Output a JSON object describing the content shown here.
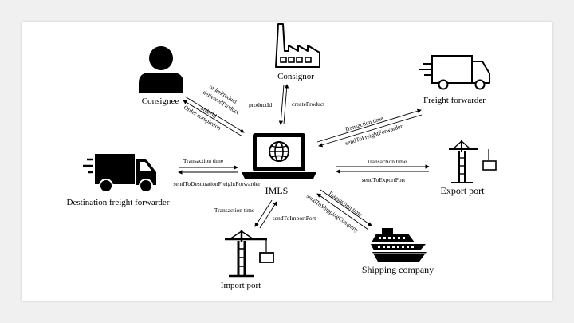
{
  "nodes": {
    "center": "IMLS",
    "consignor": "Consignor",
    "consignee": "Consignee",
    "freight_forwarder": "Freight forwarder",
    "export_port": "Export port",
    "shipping_company": "Shipping company",
    "import_port": "Import port",
    "destination_ff": "Destination freight forwarder"
  },
  "edges": {
    "consignor": [
      "productId",
      "createProduct"
    ],
    "consignee": [
      "orderProduct",
      "deliveredProduct",
      "orderId",
      "Order completion"
    ],
    "freight_forwarder": [
      "Transaction time",
      "sendToFreightForwarder"
    ],
    "export_port": [
      "Transaction time",
      "sendToExportPort"
    ],
    "shipping_company": [
      "Transaction time",
      "sendToShippingCompany"
    ],
    "import_port": [
      "Transaction time",
      "sendToImportPort"
    ],
    "destination_ff": [
      "Transaction time",
      "sendToDestinationFreightForwarder"
    ]
  },
  "icons": {
    "center": "laptop-globe-icon",
    "consignor": "factory-icon",
    "consignee": "person-icon",
    "freight_forwarder": "moving-truck-icon",
    "export_port": "crane-icon",
    "shipping_company": "cruise-ship-icon",
    "import_port": "crane-icon",
    "destination_ff": "moving-truck-icon"
  }
}
